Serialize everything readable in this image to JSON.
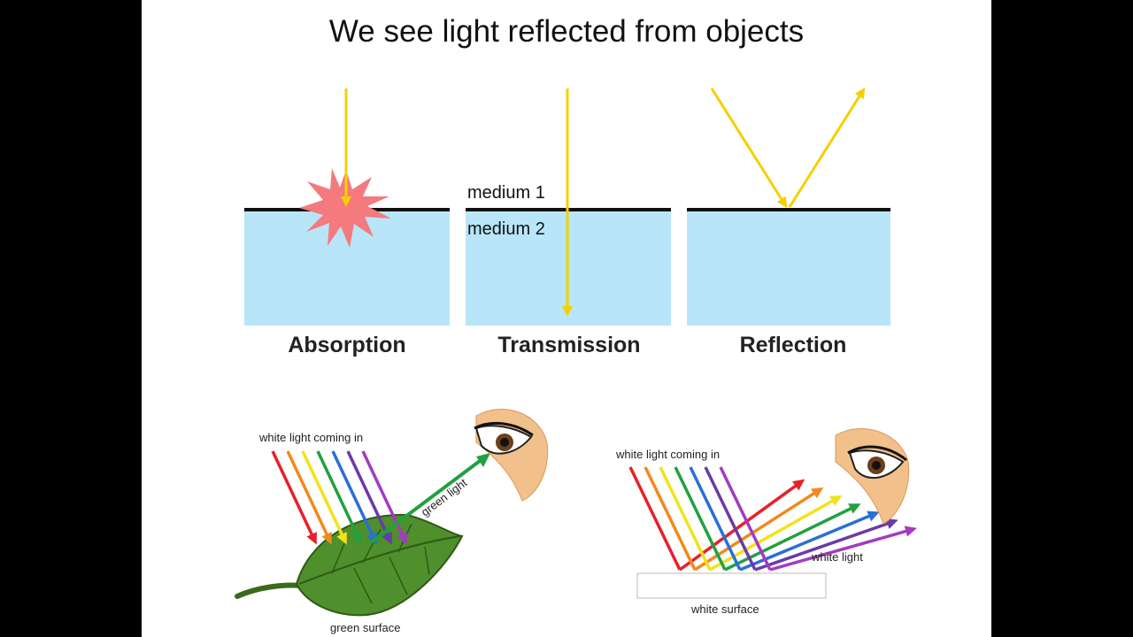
{
  "slide": {
    "title": "We see light reflected from objects"
  },
  "interaction_diagram": {
    "panels": [
      {
        "label": "Absorption"
      },
      {
        "label": "Transmission"
      },
      {
        "label": "Reflection"
      }
    ],
    "medium_labels": [
      "medium 1",
      "medium 2"
    ]
  },
  "leaf_illustration": {
    "incoming_label": "white light coming in",
    "reflected_label": "green light",
    "surface_label": "green surface"
  },
  "white_surface_illustration": {
    "incoming_label": "white light coming in",
    "reflected_label": "white light",
    "surface_label": "white surface"
  },
  "colors": {
    "water": "#b8e6f8",
    "ray": "#f5d000",
    "burst": "#f47a7e",
    "spectrum": [
      "#e8202a",
      "#f08a1c",
      "#f2e21a",
      "#22a040",
      "#2a6fd6",
      "#6b3aa8",
      "#a23cc0"
    ],
    "leaf": "#4f8f2c",
    "skin": "#f2c08a"
  }
}
